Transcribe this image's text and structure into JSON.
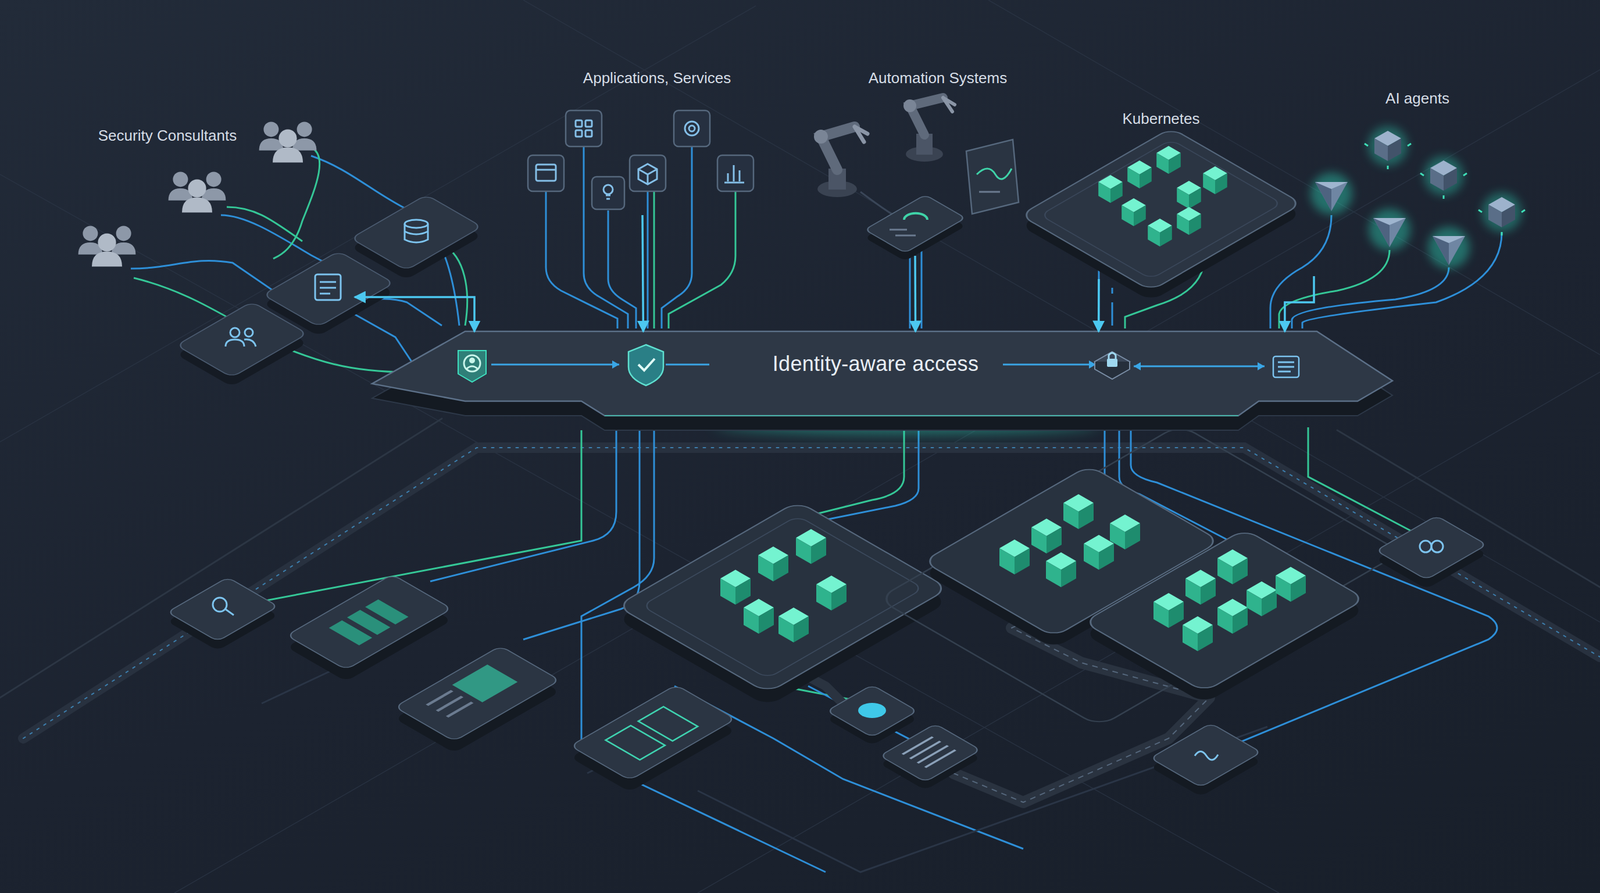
{
  "diagram": {
    "nodes": [
      {
        "text": [
          "Security Consultants"
        ]
      },
      {
        "text": [
          "Applications, Services"
        ]
      },
      {
        "text": [
          "Automation Systems"
        ]
      },
      {
        "text": [
          "Kubernetes"
        ]
      },
      {
        "text": [
          "AI agents"
        ]
      },
      {
        "text": [
          "Identity-aware access"
        ]
      }
    ],
    "edges": [
      {
        "from": 0,
        "to": 5,
        "arrow": "both"
      },
      {
        "from": 1,
        "to": 5,
        "arrow": "to"
      },
      {
        "from": 2,
        "to": 5,
        "arrow": "to"
      },
      {
        "from": 3,
        "to": 5,
        "arrow": "to"
      },
      {
        "from": 4,
        "to": 5,
        "arrow": "to"
      }
    ]
  }
}
